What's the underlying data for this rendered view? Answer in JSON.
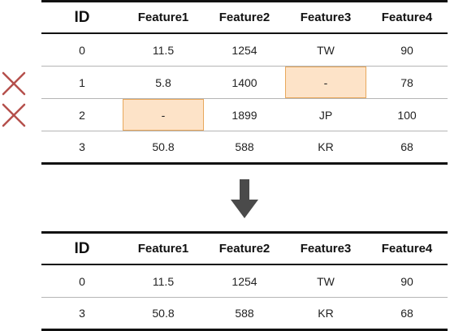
{
  "colors": {
    "missing_fill": "#fde3c8",
    "missing_border": "#e8a85c",
    "x_mark": "#b5504c",
    "arrow": "#4a4a4a"
  },
  "table_before": {
    "headers": [
      "ID",
      "Feature1",
      "Feature2",
      "Feature3",
      "Feature4"
    ],
    "rows": [
      [
        "0",
        "11.5",
        "1254",
        "TW",
        "90"
      ],
      [
        "1",
        "5.8",
        "1400",
        "-",
        "78"
      ],
      [
        "2",
        "-",
        "1899",
        "JP",
        "100"
      ],
      [
        "3",
        "50.8",
        "588",
        "KR",
        "68"
      ]
    ],
    "missing_cells": [
      {
        "row": 1,
        "col": 3
      },
      {
        "row": 2,
        "col": 1
      }
    ],
    "removed_rows": [
      1,
      2
    ]
  },
  "table_after": {
    "headers": [
      "ID",
      "Feature1",
      "Feature2",
      "Feature3",
      "Feature4"
    ],
    "rows": [
      [
        "0",
        "11.5",
        "1254",
        "TW",
        "90"
      ],
      [
        "3",
        "50.8",
        "588",
        "KR",
        "68"
      ]
    ]
  },
  "icons": {
    "remove_marker": "x-mark-icon",
    "transition": "arrow-down-icon"
  }
}
